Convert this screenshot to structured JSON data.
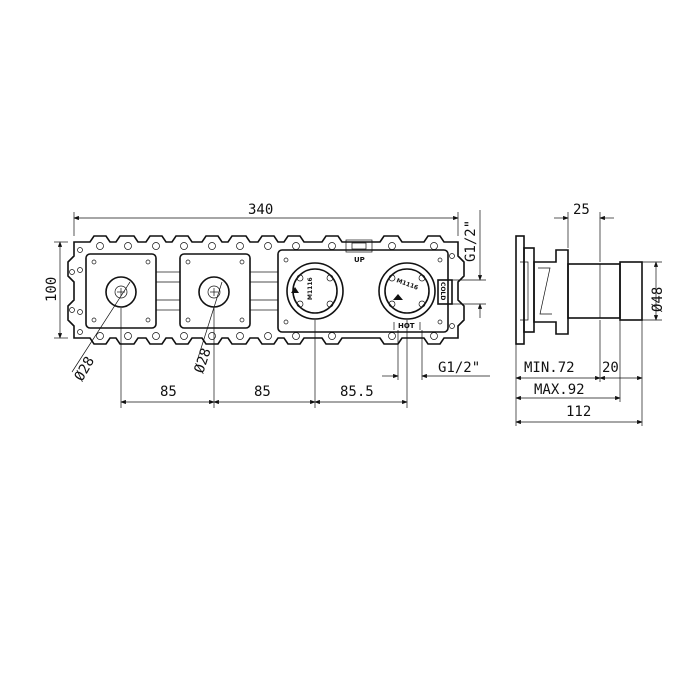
{
  "dimensions": {
    "overall_width": "340",
    "overall_height": "100",
    "spacing_1": "85",
    "spacing_2": "85",
    "spacing_3": "85.5",
    "diameter_left_1": "Ø28",
    "diameter_left_2": "Ø28",
    "thread_top": "G1/2\"",
    "thread_bottom": "G1/2\"",
    "side_depth_top": "25",
    "side_diameter": "Ø48",
    "side_min": "MIN.72",
    "side_20": "20",
    "side_max": "MAX.92",
    "side_total": "112"
  },
  "labels": {
    "up": "UP",
    "hot": "HOT",
    "cold": "COLD",
    "part_code_1": "M1116",
    "part_code_2": "M1116"
  }
}
